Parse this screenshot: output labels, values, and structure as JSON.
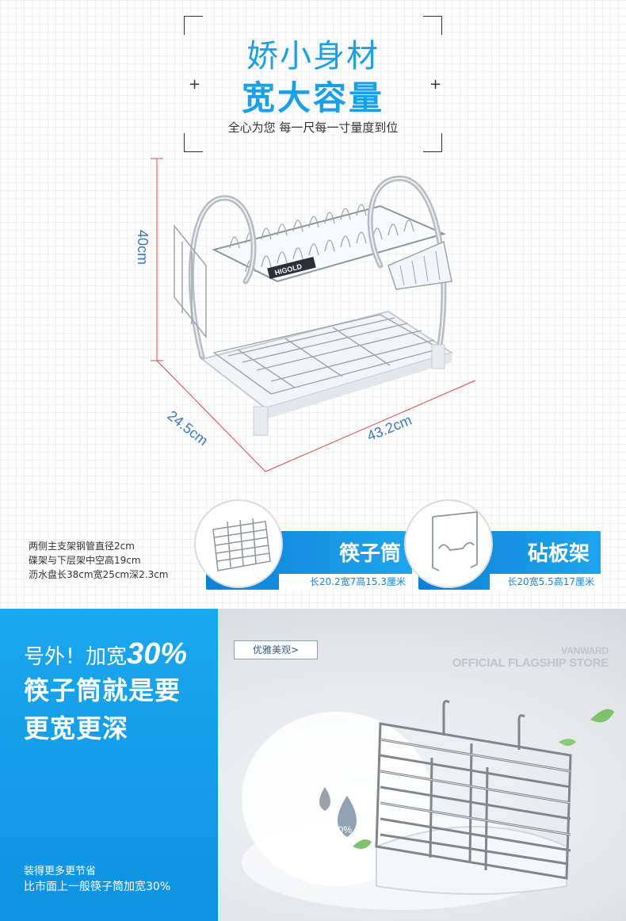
{
  "header": {
    "headline_light": "娇小身材",
    "headline_bold": "宽大容量",
    "subline": "全心为您 每一尺每一寸量度到位"
  },
  "dimensions": {
    "height": "40cm",
    "depth": "24.5cm",
    "width": "43.2cm"
  },
  "product": {
    "brand_badge": "HIGOLD"
  },
  "specs": [
    "两侧主支架钢管直径2cm",
    "碟架与下层架中空高19cm",
    "沥水盘长38cm宽25cm深2.3cm"
  ],
  "accessories": [
    {
      "title": "筷子筒",
      "size": "长20.2宽7高15.3厘米"
    },
    {
      "title": "砧板架",
      "size": "长20宽5.5高17厘米"
    }
  ],
  "promo": {
    "line1_prefix": "号外！加宽",
    "line1_highlight": "30%",
    "line2": "筷子筒就是要",
    "line3": "更宽更深",
    "footer1": "装得更多更节省",
    "footer2": "比市面上一般筷子筒加宽30%",
    "elegant_button": "优雅美观>",
    "brand_line1": "VANWARD",
    "brand_line2": "OFFICIAL FLAGSHIP STORE",
    "percent_badge": "+30%"
  },
  "colors": {
    "accent_blue": "#1aa0e6",
    "panel_blue": "#0e92e2",
    "dimension_red": "#e04848",
    "dimension_text": "#3b78c4"
  }
}
